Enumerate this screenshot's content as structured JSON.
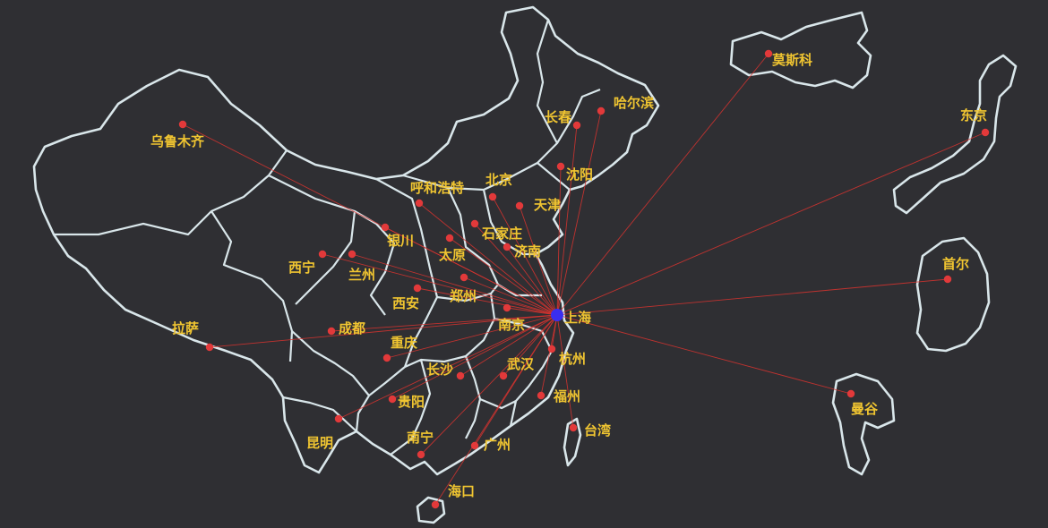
{
  "hub": {
    "name": "上海",
    "color": "#3a2ef0"
  },
  "colors": {
    "background": "#2f2f33",
    "border": "#d9e6ea",
    "route": "#d9332f",
    "dot": "#e2393a",
    "label": "#f0c531"
  },
  "cities": [
    {
      "id": "urumqi",
      "name": "乌鲁木齐"
    },
    {
      "id": "harbin",
      "name": "哈尔滨"
    },
    {
      "id": "changchun",
      "name": "长春"
    },
    {
      "id": "shenyang",
      "name": "沈阳"
    },
    {
      "id": "beijing",
      "name": "北京"
    },
    {
      "id": "tianjin",
      "name": "天津"
    },
    {
      "id": "hohhot",
      "name": "呼和浩特"
    },
    {
      "id": "shijiazhuang",
      "name": "石家庄"
    },
    {
      "id": "yinchuan",
      "name": "银川"
    },
    {
      "id": "taiyuan",
      "name": "太原"
    },
    {
      "id": "jinan",
      "name": "济南"
    },
    {
      "id": "xining",
      "name": "西宁"
    },
    {
      "id": "lanzhou",
      "name": "兰州"
    },
    {
      "id": "zhengzhou",
      "name": "郑州"
    },
    {
      "id": "xian",
      "name": "西安"
    },
    {
      "id": "nanjing",
      "name": "南京"
    },
    {
      "id": "shanghai",
      "name": "上海"
    },
    {
      "id": "lhasa",
      "name": "拉萨"
    },
    {
      "id": "chengdu",
      "name": "成都"
    },
    {
      "id": "chongqing",
      "name": "重庆"
    },
    {
      "id": "wuhan",
      "name": "武汉"
    },
    {
      "id": "hangzhou",
      "name": "杭州"
    },
    {
      "id": "changsha",
      "name": "长沙"
    },
    {
      "id": "guiyang",
      "name": "贵阳"
    },
    {
      "id": "fuzhou",
      "name": "福州"
    },
    {
      "id": "kunming",
      "name": "昆明"
    },
    {
      "id": "nanning",
      "name": "南宁"
    },
    {
      "id": "guangzhou",
      "name": "广州"
    },
    {
      "id": "taiwan",
      "name": "台湾"
    },
    {
      "id": "haikou",
      "name": "海口"
    },
    {
      "id": "moscow",
      "name": "莫斯科"
    },
    {
      "id": "tokyo",
      "name": "东京"
    },
    {
      "id": "seoul",
      "name": "首尔"
    },
    {
      "id": "bangkok",
      "name": "曼谷"
    }
  ]
}
